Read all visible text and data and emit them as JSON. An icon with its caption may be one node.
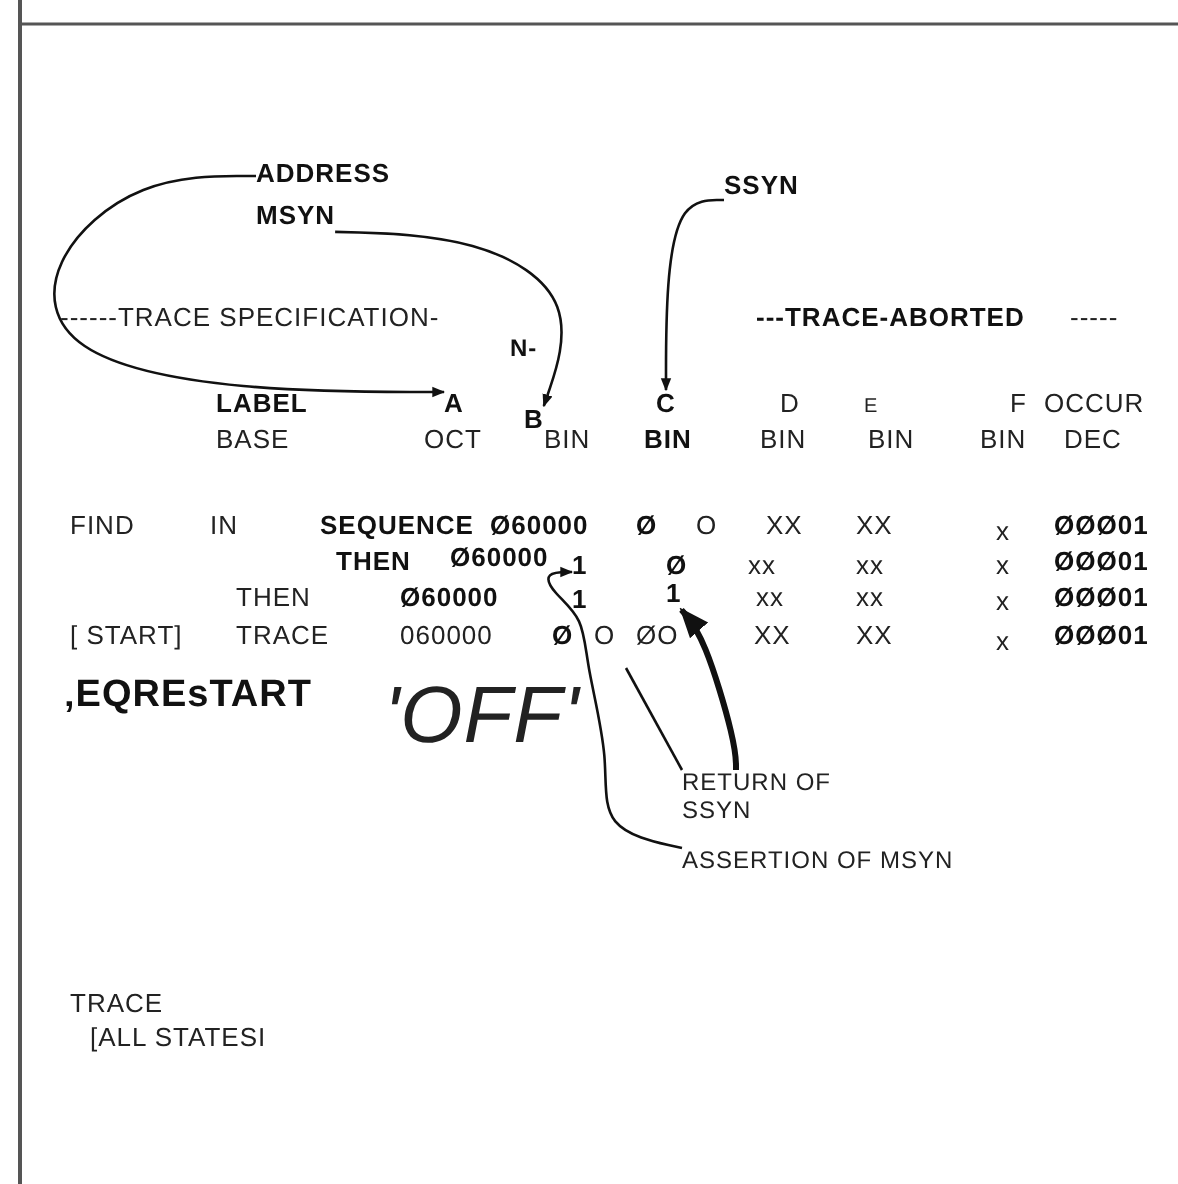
{
  "diagram": {
    "nodes": [
      {
        "text": [
          "ADDRESS"
        ]
      },
      {
        "text": [
          "MSYN"
        ]
      },
      {
        "text": [
          "SSYN"
        ]
      },
      {
        "text": [
          "A"
        ]
      },
      {
        "text": [
          "B"
        ]
      },
      {
        "text": [
          "C"
        ]
      },
      {
        "text": [
          "1"
        ]
      },
      {
        "text": [
          "1"
        ]
      },
      {
        "text": [
          "'OFF'"
        ]
      },
      {
        "text": [
          "RETURN OF SSYN"
        ]
      },
      {
        "text": [
          "ASSERTION OF MSYN"
        ]
      }
    ],
    "edges": [
      {
        "from": 0,
        "to": 3,
        "arrow": "to"
      },
      {
        "from": 1,
        "to": 4,
        "arrow": "to"
      },
      {
        "from": 2,
        "to": 5,
        "arrow": "to"
      },
      {
        "from": 10,
        "to": 6,
        "arrow": "to"
      },
      {
        "from": 9,
        "to": 7,
        "arrow": "to",
        "style": "thick"
      },
      {
        "from": 9,
        "to": null,
        "arrow": "none"
      }
    ],
    "labels": [
      "------TRACE SPECIFICATION-",
      "N-",
      "---TRACE-ABORTED",
      "-----",
      "LABEL",
      "D",
      "E",
      "F",
      "OCCUR",
      "BASE",
      "OCT",
      "BIN",
      "BIN",
      "BIN",
      "BIN",
      "BIN",
      "DEC",
      "FIND",
      "IN",
      "SEQUENCE",
      "Ø60000",
      "Ø",
      "O",
      "XX",
      "XX",
      "x",
      "ØØØ01",
      "THEN",
      "Ø60000",
      "Ø",
      "xx",
      "xx",
      "x",
      "ØØØ01",
      "THEN",
      "Ø60000",
      "1",
      "xx",
      "xx",
      "x",
      "ØØØ01",
      "[ START]",
      "TRACE",
      "060000",
      "Ø",
      "O",
      "ØO",
      "XX",
      "XX",
      "x",
      "ØØØ01",
      "‚EQREsTART",
      "TRACE",
      "[ALL STATESI"
    ]
  }
}
